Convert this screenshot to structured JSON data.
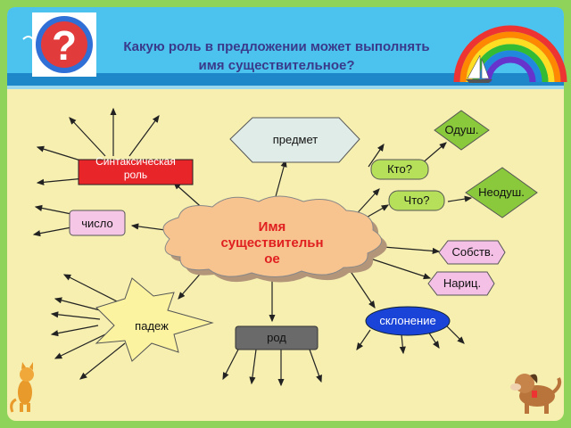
{
  "title": {
    "line1": "Какую роль в предложении может выполнять",
    "line2": "имя существительное?"
  },
  "center": {
    "line1": "Имя",
    "line2": "существительн",
    "line3": "ое"
  },
  "nodes": {
    "predmet": "предмет",
    "sintax_line1": "Синтаксическая",
    "sintax_line2": "роль",
    "chislo": "число",
    "padezh": "падеж",
    "rod": "род",
    "sklonenie": "склонение",
    "kto": "Кто?",
    "chto": "Что?",
    "odush": "Одуш.",
    "neodush": "Неодуш.",
    "sobstv": "Собств.",
    "narits": "Нариц."
  },
  "colors": {
    "sky": "#3fb8e8",
    "sea": "#2a8fd0",
    "sand": "#f6efb0",
    "cloud": "#f7c38f",
    "red_box": "#e8262a",
    "pink": "#f6c6e6",
    "green": "#b6e05a",
    "gray_diamond": "#e2ece8",
    "blue_oval": "#1a44d8",
    "star": "#fbf3a0",
    "rod_box": "#6a6a6a",
    "tag": "#f4c0e6"
  },
  "icons": [
    "question-mark-icon",
    "rainbow-icon",
    "sailboat-icon",
    "seagull-icon",
    "cat-icon",
    "dog-icon"
  ]
}
